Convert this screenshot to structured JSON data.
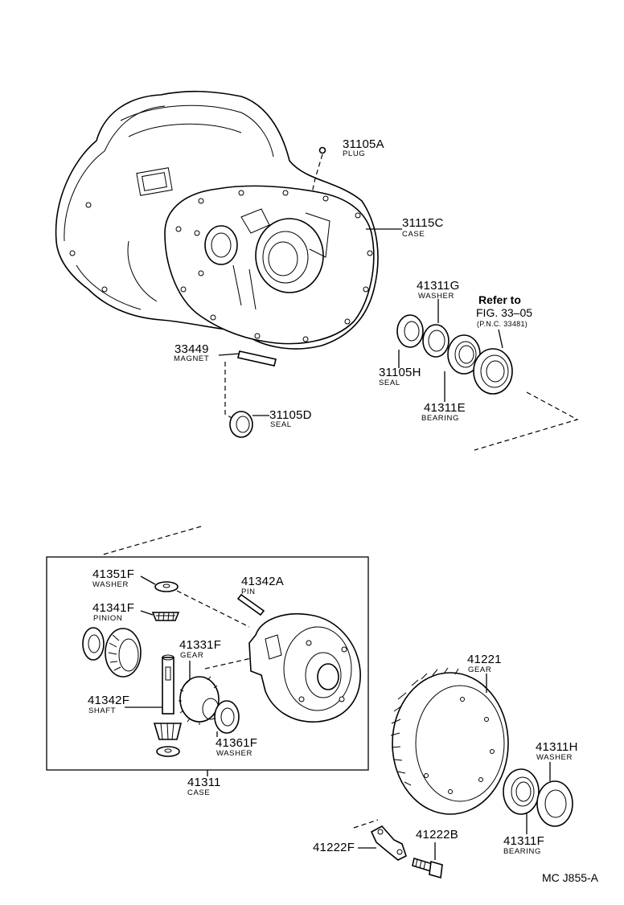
{
  "diagram_code": "MC J855-A",
  "parts": [
    {
      "id": "31105A",
      "name": "PLUG"
    },
    {
      "id": "31115C",
      "name": "CASE"
    },
    {
      "id": "41311G",
      "name": "WASHER"
    },
    {
      "id": "33449",
      "name": "MAGNET"
    },
    {
      "id": "31105H",
      "name": "SEAL"
    },
    {
      "id": "41311E",
      "name": "BEARING"
    },
    {
      "id": "31105D",
      "name": "SEAL"
    },
    {
      "id": "41351F",
      "name": "WASHER"
    },
    {
      "id": "41342A",
      "name": "PIN"
    },
    {
      "id": "41341F",
      "name": "PINION"
    },
    {
      "id": "41331F",
      "name": "GEAR"
    },
    {
      "id": "41342F",
      "name": "SHAFT"
    },
    {
      "id": "41361F",
      "name": "WASHER"
    },
    {
      "id": "41311",
      "name": "CASE"
    },
    {
      "id": "41221",
      "name": "GEAR"
    },
    {
      "id": "41311H",
      "name": "WASHER"
    },
    {
      "id": "41311F",
      "name": "BEARING"
    },
    {
      "id": "41222F",
      "name": ""
    },
    {
      "id": "41222B",
      "name": ""
    }
  ],
  "reference": {
    "line1": "Refer to",
    "line2": "FIG. 33–05",
    "line3": "(P.N.C. 33481)"
  }
}
